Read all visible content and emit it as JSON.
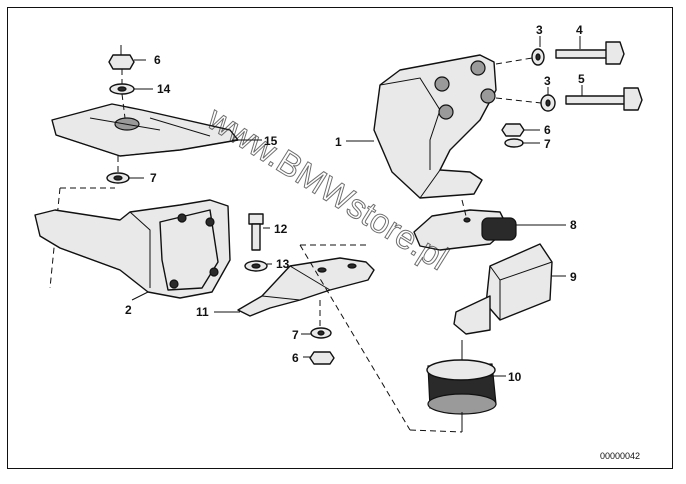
{
  "callouts": {
    "c1": "1",
    "c2": "2",
    "c3a": "3",
    "c3b": "3",
    "c4": "4",
    "c5": "5",
    "c6a": "6",
    "c6b": "6",
    "c6c": "6",
    "c7a": "7",
    "c7b": "7",
    "c7c": "7",
    "c8": "8",
    "c9": "9",
    "c10": "10",
    "c11": "11",
    "c12": "12",
    "c13": "13",
    "c14": "14",
    "c15": "15"
  },
  "catalog_number": "00000042",
  "watermark": "www.BMWstore.pl"
}
